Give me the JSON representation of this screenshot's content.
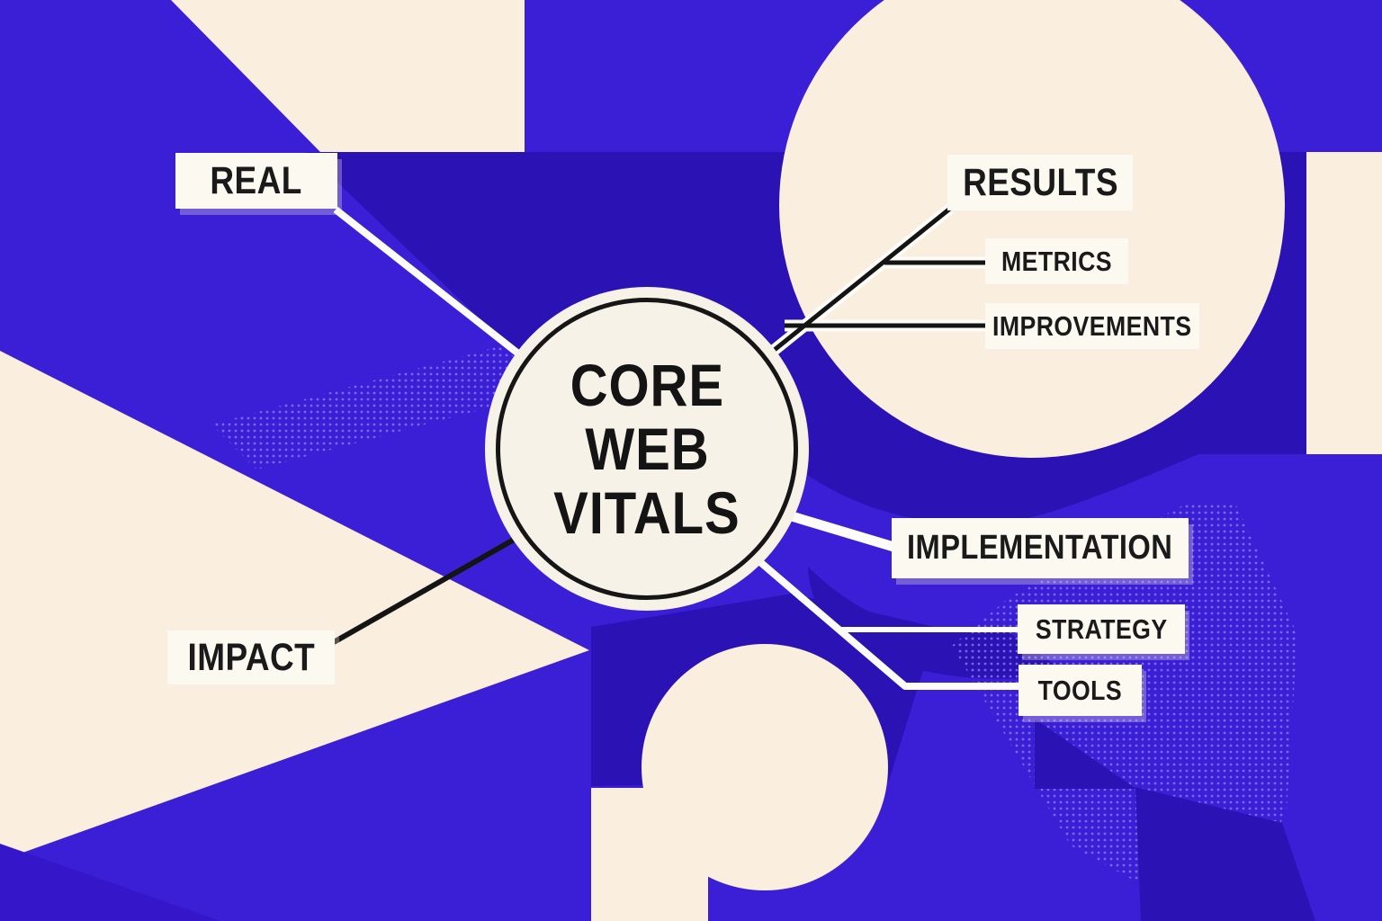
{
  "illustration": {
    "title": "Core Web Vitals mind map",
    "center": {
      "line1": "CORE",
      "line2": "WEB",
      "line3": "VITALS"
    },
    "branches": {
      "real": {
        "label": "REAL"
      },
      "impact": {
        "label": "IMPACT"
      },
      "results": {
        "label": "RESULTS",
        "children": {
          "metrics": {
            "label": "METRICS"
          },
          "improvements": {
            "label": "IMPROVEMENTS"
          }
        }
      },
      "implementation": {
        "label": "IMPLEMENTATION",
        "children": {
          "strategy": {
            "label": "STRATEGY"
          },
          "tools": {
            "label": "TOOLS"
          }
        }
      }
    },
    "colors": {
      "background_blue": "#3B1FD6",
      "dark_blue": "#2B12B5",
      "cream": "#FAEEDE",
      "panel_white": "#FCF9F1",
      "circle_fill": "#F7F2E8",
      "ink": "#1A1A1A",
      "line_white": "#FDFCF8",
      "texture_dot": "#8A7CF0"
    }
  }
}
